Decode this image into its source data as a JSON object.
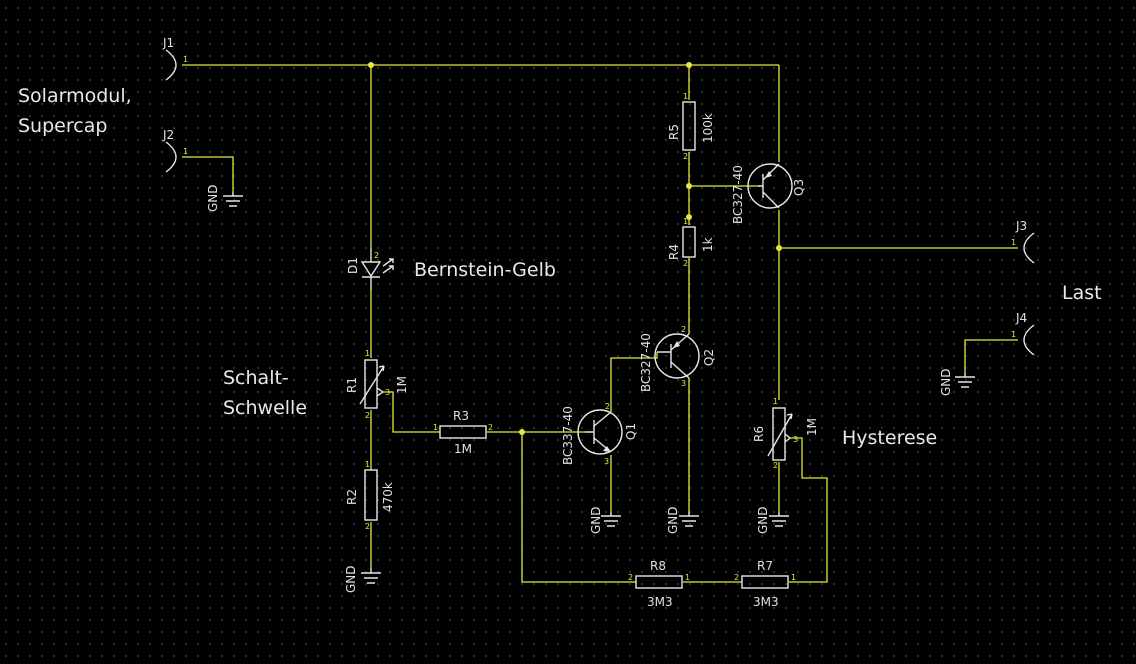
{
  "labels": {
    "solar_line1": "Solarmodul,",
    "solar_line2": "Supercap",
    "led_color": "Bernstein-Gelb",
    "threshold_line1": "Schalt-",
    "threshold_line2": "Schwelle",
    "load": "Last",
    "hysteresis": "Hysterese"
  },
  "connectors": {
    "j1": "J1",
    "j2": "J2",
    "j3": "J3",
    "j4": "J4"
  },
  "components": {
    "r1_ref": "R1",
    "r1_val": "1M",
    "r2_ref": "R2",
    "r2_val": "470k",
    "r3_ref": "R3",
    "r3_val": "1M",
    "r4_ref": "R4",
    "r4_val": "1k",
    "r5_ref": "R5",
    "r5_val": "100k",
    "r6_ref": "R6",
    "r6_val": "1M",
    "r7_ref": "R7",
    "r7_val": "3M3",
    "r8_ref": "R8",
    "r8_val": "3M3",
    "q1_ref": "Q1",
    "q1_val": "BC337-40",
    "q2_ref": "Q2",
    "q2_val": "BC327-40",
    "q3_ref": "Q3",
    "q3_val": "BC327-40",
    "d1_ref": "D1"
  },
  "gnd_label": "GND",
  "pins": {
    "p1": "1",
    "p2": "2",
    "p3": "3"
  },
  "colors": {
    "background": "#000000",
    "wire": "#e6e63c",
    "component": "#e6e6e6",
    "text": "#e0e0e0"
  }
}
